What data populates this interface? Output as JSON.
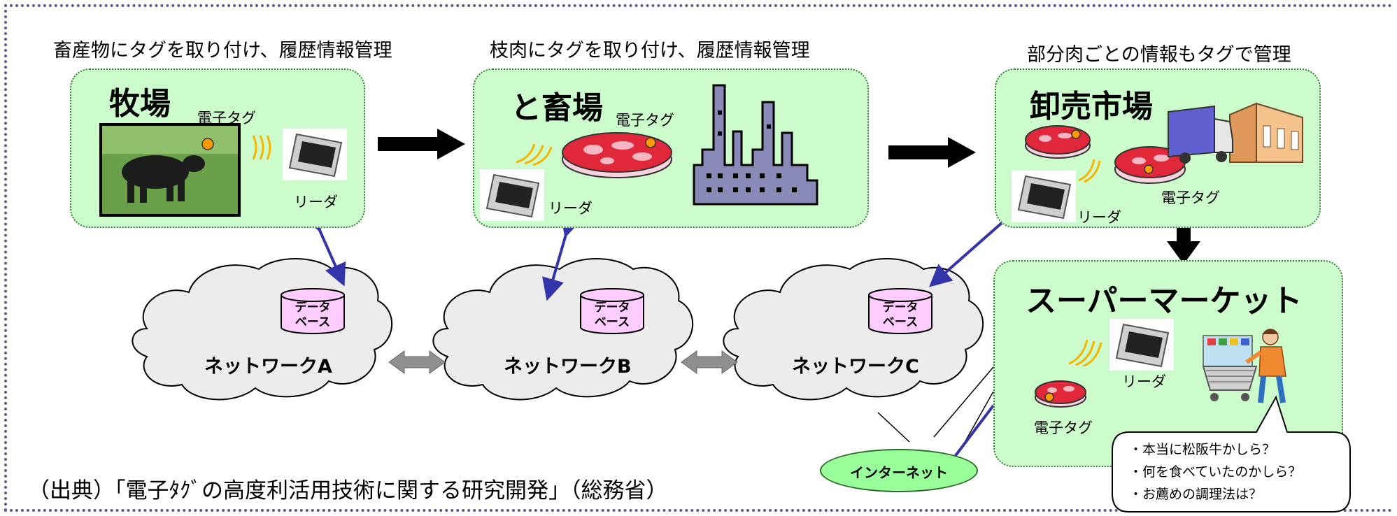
{
  "captions": {
    "farm": "畜産物にタグを取り付け、履歴情報管理",
    "slaughter": "枝肉にタグを取り付け、履歴情報管理",
    "wholesale": "部分肉ごとの情報もタグで管理"
  },
  "stages": {
    "farm": {
      "title": "牧場",
      "tag_label": "電子タグ",
      "reader_label": "リーダ"
    },
    "slaughter": {
      "title": "と畜場",
      "tag_label": "電子タグ",
      "reader_label": "リーダ"
    },
    "wholesale": {
      "title": "卸売市場",
      "tag_label": "電子タグ",
      "reader_label": "リーダ"
    },
    "supermarket": {
      "title": "スーパーマーケット",
      "tag_label": "電子タグ",
      "reader_label": "リーダ"
    }
  },
  "networks": [
    {
      "label": "ネットワークA",
      "db_line1": "データ",
      "db_line2": "ベース"
    },
    {
      "label": "ネットワークB",
      "db_line1": "データ",
      "db_line2": "ベース"
    },
    {
      "label": "ネットワークC",
      "db_line1": "データ",
      "db_line2": "ベース"
    }
  ],
  "internet_label": "インターネット",
  "speech_bubble": {
    "lines": [
      "・本当に松阪牛かしら？",
      "・何を食べていたのかしら？",
      "・お薦めの調理法は？"
    ]
  },
  "source": "（出典）「電子ﾀｸﾞの高度利活用技術に関する研究開発」（総務省）",
  "colors": {
    "stage_fill": "#ccfccc",
    "cloud_fill": "#ececec",
    "db_fill": "#ffccff",
    "link_arrow": "#3333aa",
    "internet_fill": "#99ff99",
    "factory": "#8a8ab8",
    "meat": "#e0283a"
  }
}
